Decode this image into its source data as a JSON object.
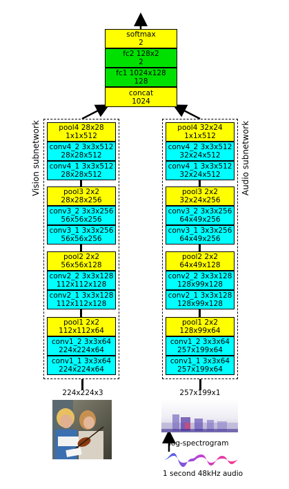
{
  "head": {
    "softmax": [
      "softmax",
      "2"
    ],
    "fc2": [
      "fc2 128x2",
      "2"
    ],
    "fc1": [
      "fc1 1024x128",
      "128"
    ],
    "concat": [
      "concat",
      "1024"
    ]
  },
  "vision": {
    "label": "Vision subnetwork",
    "layers": [
      [
        "pool4 28x28",
        "1x1x512"
      ],
      [
        "conv4_2 3x3x512",
        "28x28x512"
      ],
      [
        "conv4_1 3x3x512",
        "28x28x512"
      ],
      [
        "pool3 2x2",
        "28x28x256"
      ],
      [
        "conv3_2 3x3x256",
        "56x56x256"
      ],
      [
        "conv3_1 3x3x256",
        "56x56x256"
      ],
      [
        "pool2 2x2",
        "56x56x128"
      ],
      [
        "conv2_2 3x3x128",
        "112x112x128"
      ],
      [
        "conv2_1 3x3x128",
        "112x112x128"
      ],
      [
        "pool1 2x2",
        "112x112x64"
      ],
      [
        "conv1_2 3x3x64",
        "224x224x64"
      ],
      [
        "conv1_1 3x3x64",
        "224x224x64"
      ]
    ],
    "input": "224x224x3"
  },
  "audio": {
    "label": "Audio subnetwork",
    "layers": [
      [
        "pool4 32x24",
        "1x1x512"
      ],
      [
        "conv4_2 3x3x512",
        "32x24x512"
      ],
      [
        "conv4_1 3x3x512",
        "32x24x512"
      ],
      [
        "pool3 2x2",
        "32x24x256"
      ],
      [
        "conv3_2 3x3x256",
        "64x49x256"
      ],
      [
        "conv3_1 3x3x256",
        "64x49x256"
      ],
      [
        "pool2 2x2",
        "64x49x128"
      ],
      [
        "conv2_2 3x3x128",
        "128x99x128"
      ],
      [
        "conv2_1 3x3x128",
        "128x99x128"
      ],
      [
        "pool1 2x2",
        "128x99x64"
      ],
      [
        "conv1_2 3x3x64",
        "257x199x64"
      ],
      [
        "conv1_1 3x3x64",
        "257x199x64"
      ]
    ],
    "input": "257x199x1",
    "spectrogram_label": "log-spectrogram",
    "audio_label": "1 second 48kHz audio"
  },
  "colors": {
    "pool": "#ffff00",
    "conv": "#00ffff",
    "fc": "#00e000"
  }
}
